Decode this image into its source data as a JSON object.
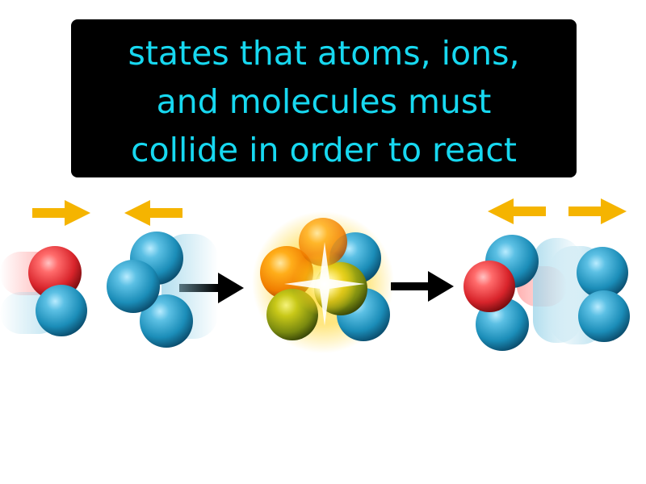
{
  "definition": {
    "lines": [
      "states that atoms, ions,",
      "and molecules must",
      "collide in order to react"
    ]
  },
  "colors": {
    "caption_text": "#17d8f0",
    "caption_bg": "#000000",
    "motion_arrow": "#f5b400",
    "process_arrow": "#000000",
    "atom_blue": "#1b8db8",
    "atom_red": "#d8242b",
    "collision_glow": "#ffd21a"
  },
  "icons": {
    "motion_arrows": [
      "arrow-right-icon",
      "arrow-left-icon",
      "arrow-left-icon",
      "arrow-right-icon"
    ],
    "process_arrows": [
      "arrow-right-icon",
      "arrow-right-icon"
    ]
  }
}
